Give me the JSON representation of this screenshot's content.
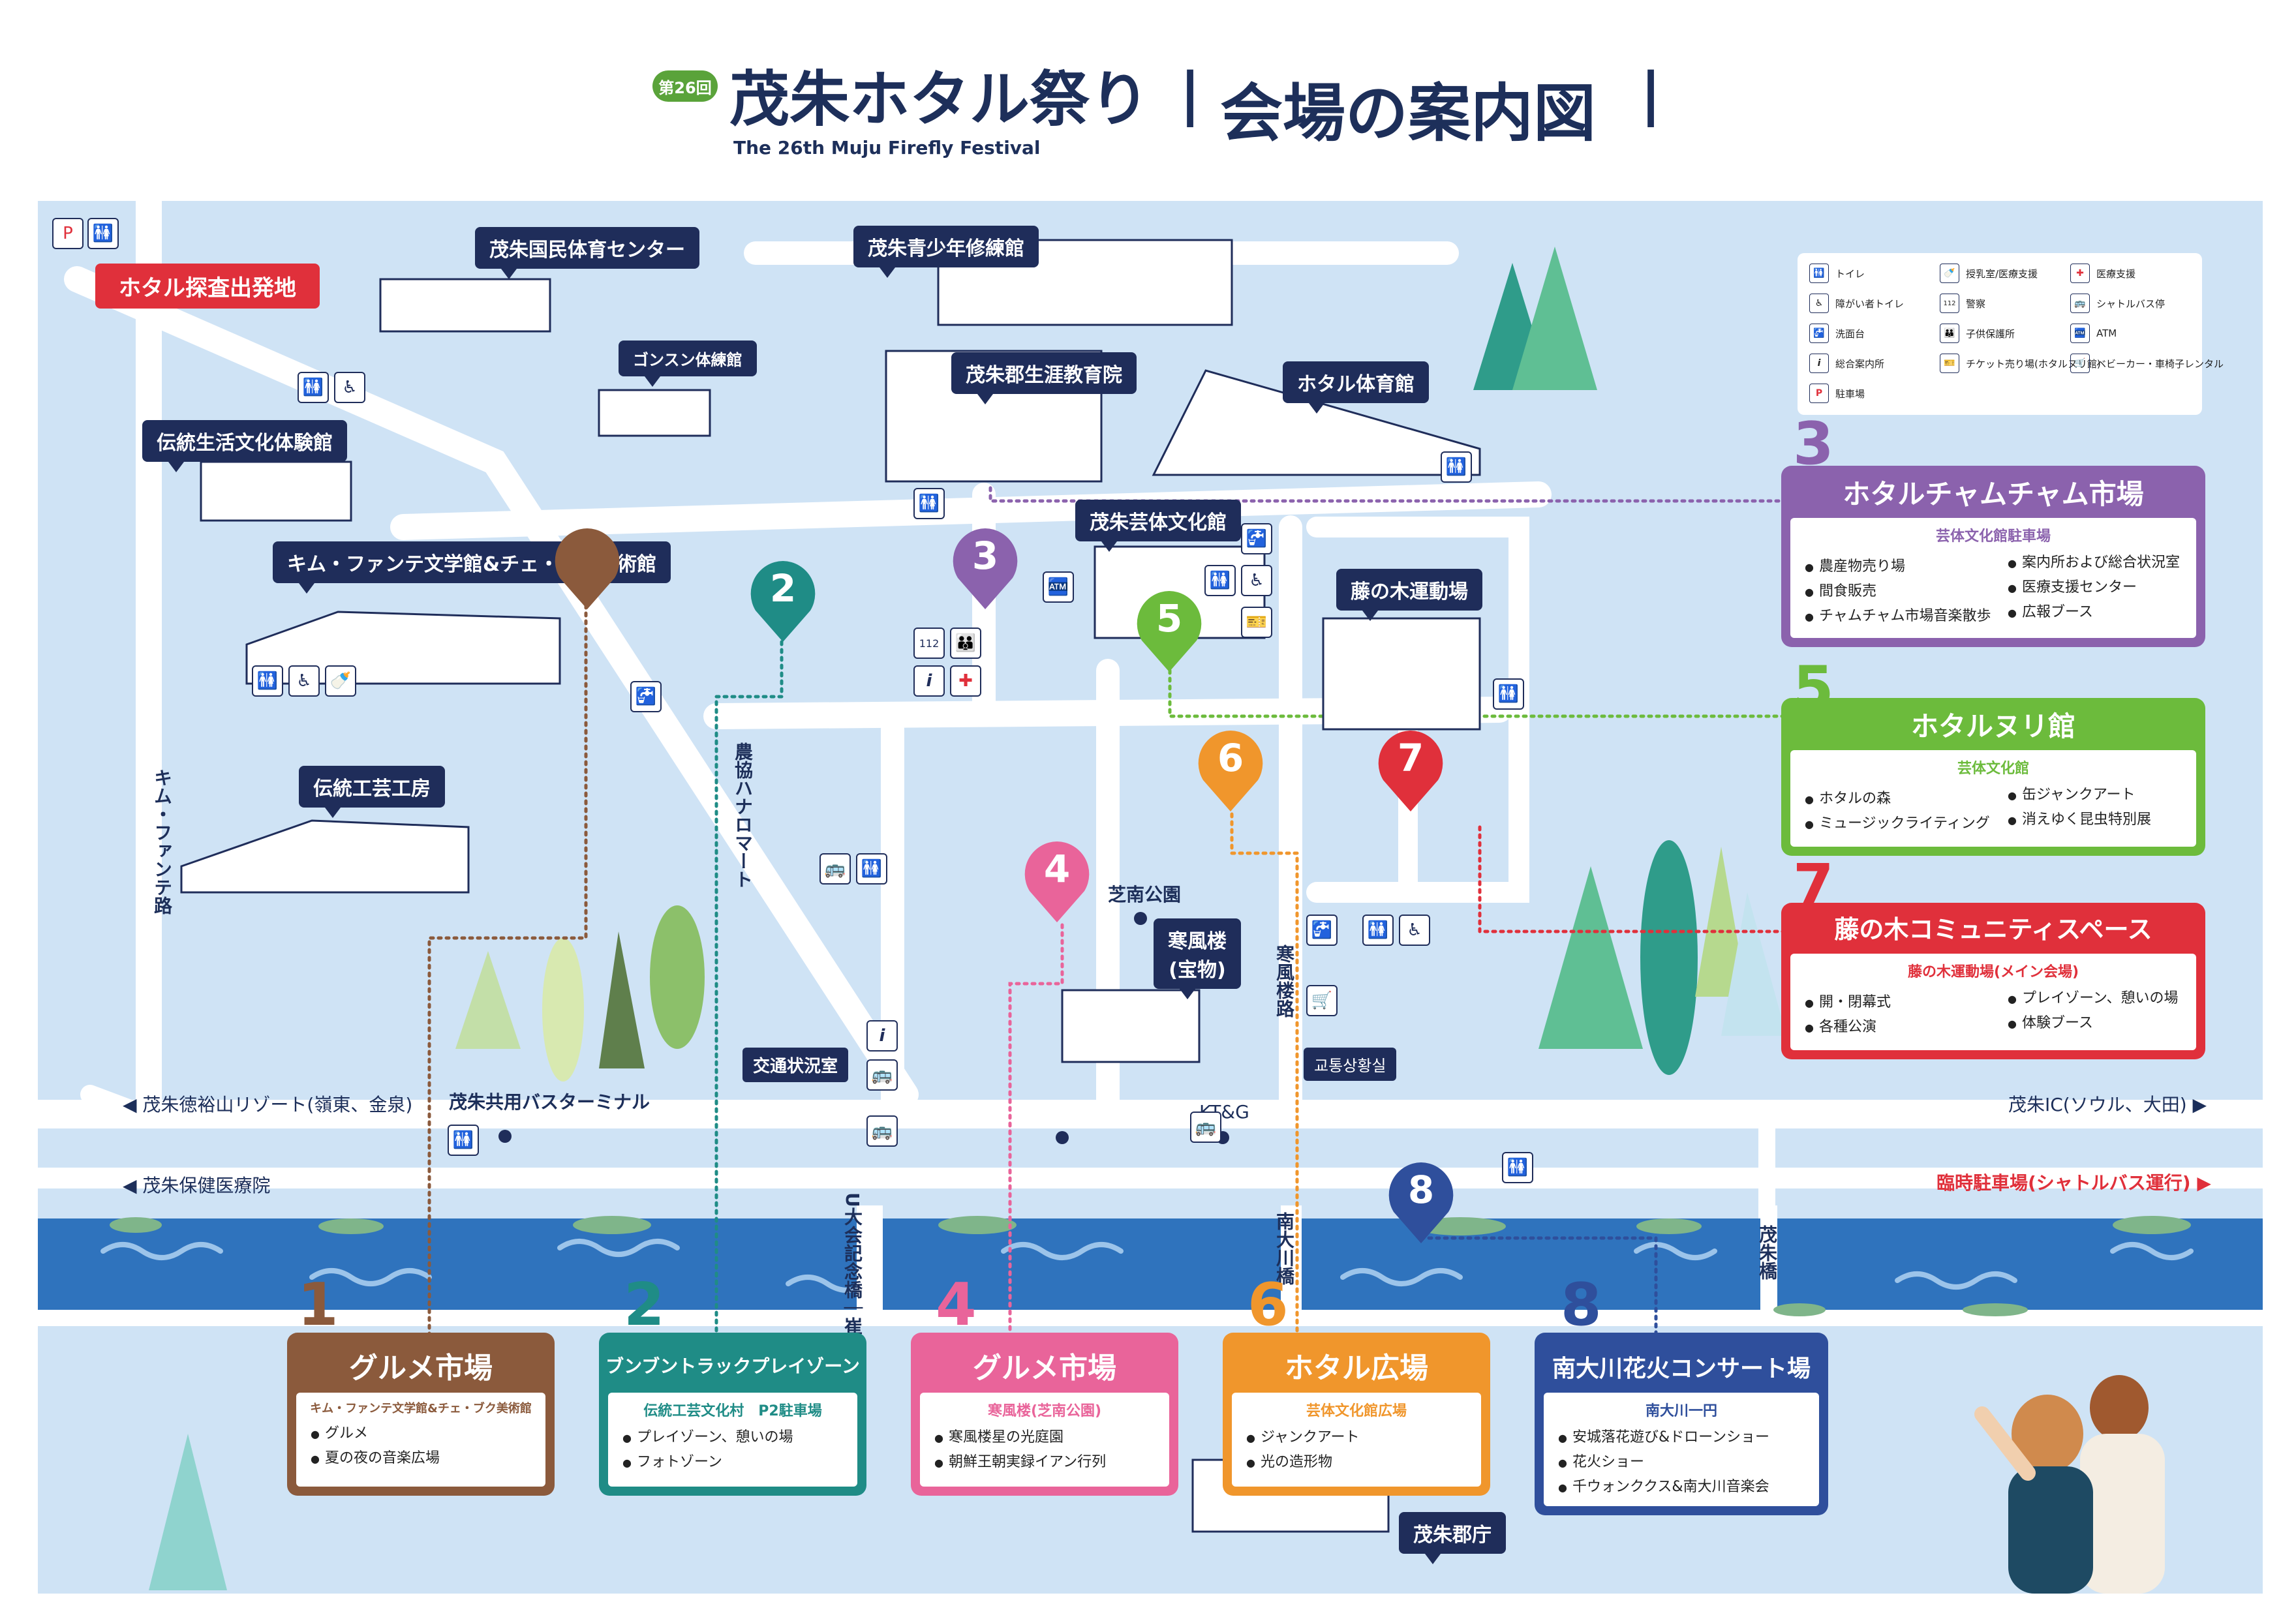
{
  "header": {
    "edition_badge": "第26回",
    "festival_name": "茂朱ホタル祭り",
    "festival_en": "The 26th Muju Firefly Festival",
    "separator_left": "|",
    "map_title": "会場の案内図",
    "separator_right": "|"
  },
  "colors": {
    "navy": "#1f2d5a",
    "river": "#2f73bd",
    "map_bg": "#cfe3f5",
    "brown": "#8b5a3c",
    "teal": "#1f8c86",
    "pink": "#e9649a",
    "orange": "#f0962c",
    "blue": "#2f4f9c",
    "purple": "#8b62ad",
    "green": "#6cbb3c",
    "red": "#e0303b"
  },
  "top_left_icons": [
    "parking-icon",
    "toilet-icon"
  ],
  "start_badge": "ホタル探査出発地",
  "buildings": {
    "national_gym": "茂朱国民体育センター",
    "youth_hall": "茂朱青少年修練館",
    "gonsan_gym": "ゴンスン体練館",
    "lifelong_edu": "茂朱郡生涯教育院",
    "hotaru_gym": "ホタル体育館",
    "traditional_life": "伝統生活文化体験館",
    "arts_center": "茂朱芸体文化館",
    "kim_museum": "キム・ファンテ文学館&チェ・ボク美術館",
    "wisteria_stadium": "藤の木運動場",
    "crafts": "伝統工芸工房",
    "hanpung": "寒風楼\n(宝物)",
    "bus_terminal": "茂朱共用バスターミナル",
    "county_office": "茂朱郡庁",
    "traffic_room": "交通状況室",
    "traffic_room_kr": "교통상황실"
  },
  "places": {
    "jinam_park": "芝南公園",
    "ktg": "KT&G"
  },
  "roads": {
    "kim_road": "キム・ファンテ路",
    "nonghyup_road": "農協ハナロマート",
    "hanpung_road": "寒風楼路",
    "namdaecheon_bridge": "南大川橋",
    "daehoe_bridge": "U大会記念橋｜崔北路",
    "muju_bridge": "茂朱橋",
    "to_resort": "◀ 茂朱徳裕山リゾート(嶺東、金泉)",
    "to_hospital": "◀ 茂朱保健医療院",
    "to_ic": "茂朱IC(ソウル、大田) ▶",
    "temp_parking": "臨時駐車場(シャトルバス運行) ▶"
  },
  "pins": [
    {
      "num": "2",
      "color": "#1f8c86"
    },
    {
      "num": "3",
      "color": "#8b62ad"
    },
    {
      "num": "4",
      "color": "#e9649a"
    },
    {
      "num": "5",
      "color": "#6cbb3c"
    },
    {
      "num": "6",
      "color": "#f0962c"
    },
    {
      "num": "7",
      "color": "#e0303b"
    },
    {
      "num": "8",
      "color": "#2f4f9c"
    }
  ],
  "legend": [
    {
      "icon": "toilet-icon",
      "label": "トイレ"
    },
    {
      "icon": "nursing-icon",
      "label": "授乳室/医療支援"
    },
    {
      "icon": "medical-icon",
      "label": "医療支援"
    },
    {
      "icon": "accessible-toilet-icon",
      "label": "障がい者トイレ"
    },
    {
      "icon": "police-icon",
      "label": "警察"
    },
    {
      "icon": "shuttle-icon",
      "label": "シャトルバス停"
    },
    {
      "icon": "washbasin-icon",
      "label": "洗面台"
    },
    {
      "icon": "child-care-icon",
      "label": "子供保護所"
    },
    {
      "icon": "atm-icon",
      "label": "ATM"
    },
    {
      "icon": "info-icon",
      "label": "総合案内所"
    },
    {
      "icon": "ticket-icon",
      "label": "チケット売り場(ホタルヌリ館)"
    },
    {
      "icon": "stroller-icon",
      "label": "ベビーカー・車椅子レンタル"
    },
    {
      "icon": "parking-icon",
      "label": "駐車場"
    }
  ],
  "cards": {
    "c1": {
      "num": "1",
      "title": "グルメ市場",
      "sub": "キム・ファンテ文学館&チェ・ブク美術館",
      "items": [
        "グルメ",
        "夏の夜の音楽広場"
      ]
    },
    "c2": {
      "num": "2",
      "title": "ブンブントラックプレイゾーン",
      "sub": "伝統工芸文化村　P2駐車場",
      "items": [
        "プレイゾーン、憩いの場",
        "フォトゾーン"
      ]
    },
    "c4": {
      "num": "4",
      "title": "グルメ市場",
      "sub": "寒風楼(芝南公園)",
      "items": [
        "寒風楼星の光庭園",
        "朝鮮王朝実録イアン行列"
      ]
    },
    "c6": {
      "num": "6",
      "title": "ホタル広場",
      "sub": "芸体文化館広場",
      "items": [
        "ジャンクアート",
        "光の造形物"
      ]
    },
    "c8": {
      "num": "8",
      "title": "南大川花火コンサート場",
      "sub": "南大川一円",
      "items": [
        "安城落花遊び&ドローンショー",
        "花火ショー",
        "千ウォンククス&南大川音楽会"
      ]
    },
    "c3": {
      "num": "3",
      "title": "ホタルチャムチャム市場",
      "sub": "芸体文化館駐車場",
      "items": [
        "農産物売り場",
        "案内所および総合状況室",
        "間食販売",
        "医療支援センター",
        "チャムチャム市場音楽散歩",
        "広報ブース"
      ]
    },
    "c5": {
      "num": "5",
      "title": "ホタルヌリ館",
      "sub": "芸体文化館",
      "items": [
        "ホタルの森",
        "缶ジャンクアート",
        "ミュージックライティング",
        "消えゆく昆虫特別展"
      ]
    },
    "c7": {
      "num": "7",
      "title": "藤の木コミュニティスペース",
      "sub": "藤の木運動場(メイン会場)",
      "items": [
        "開・閉幕式",
        "プレイゾーン、憩いの場",
        "各種公演",
        "体験ブース"
      ]
    }
  }
}
